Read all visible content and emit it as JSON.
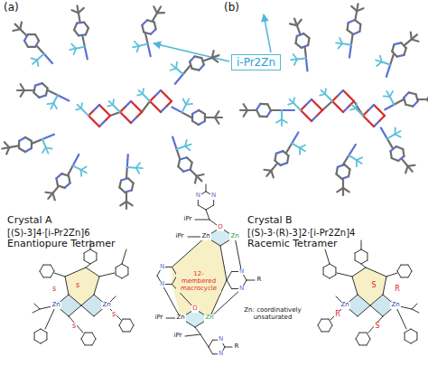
{
  "diagram": {
    "nodes": [
      {
        "text": [
          "i-Pr2Zn"
        ]
      }
    ],
    "labels": [
      "(a)",
      "(b)",
      "Crystal A",
      "[(S)-3]4·[i-Pr2Zn]6",
      "Enantiopure Tetramer",
      "Crystal B",
      "[(S)-3·(R)-3]2·[i-Pr2Zn]4",
      "Racemic Tetramer",
      "12-membered macrocycle",
      "iPr",
      "iPr",
      "iPr",
      "iPr",
      "Zn",
      "Zn",
      "Zn",
      "Zn",
      "O",
      "O",
      "R",
      "R",
      "N",
      "N",
      "N",
      "N",
      "N",
      "N",
      "N",
      "N",
      "Zn: coordinatively unsaturated",
      "Zn",
      "Zn",
      "s",
      "s",
      "s",
      "s",
      "Zn",
      "Zn",
      "S",
      "R",
      "R",
      "S"
    ]
  }
}
